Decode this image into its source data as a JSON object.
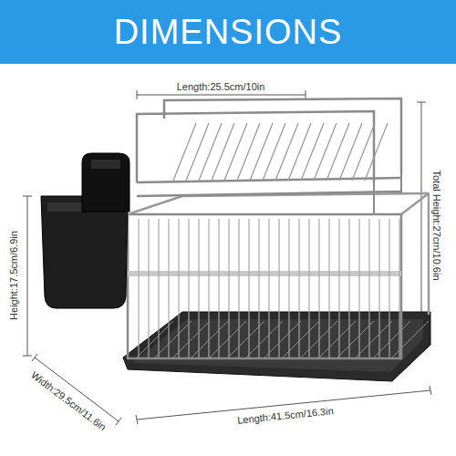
{
  "diagram": {
    "title": "DIMENSIONS",
    "labels": [
      "Length:25.5cm/10in",
      "Total Height:27cm/10.6in",
      "Height:17.5cm/6.9in",
      "Width:29.5cm/11.6in",
      "Length:41.5cm/16.3in"
    ]
  }
}
